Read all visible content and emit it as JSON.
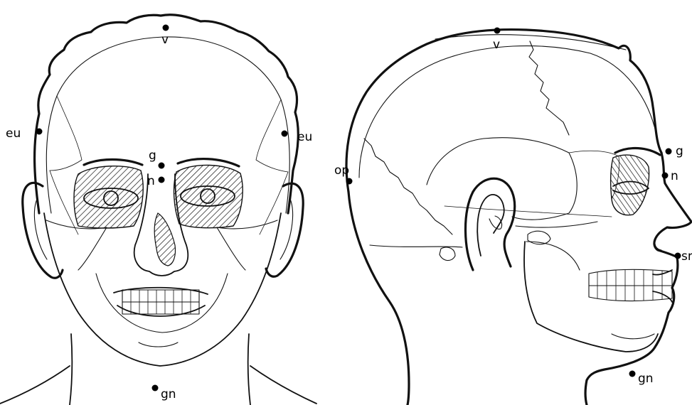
{
  "front_view": {
    "landmarks": {
      "vertex": "v",
      "euryon_left": "eu",
      "euryon_right": "eu",
      "glabella": "g",
      "nasion": "n",
      "gnathion": "gn"
    }
  },
  "side_view": {
    "landmarks": {
      "vertex": "v",
      "opisthocranion": "op",
      "glabella": "g",
      "nasion": "n",
      "subnasale": "sn",
      "gnathion": "gn"
    }
  }
}
